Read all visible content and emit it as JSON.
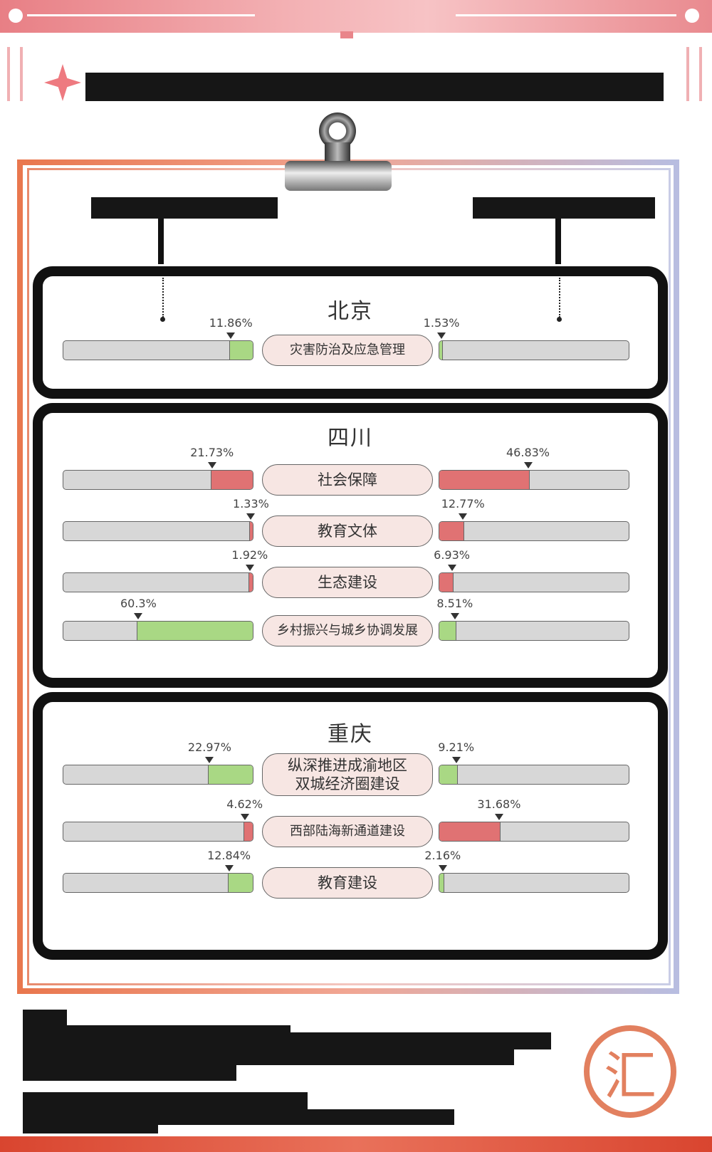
{
  "colors": {
    "green": "#a9d884",
    "red": "#e07273",
    "bar_bg": "#d7d7d7",
    "label_bg": "#f7e6e3",
    "accent": "#ee7a80"
  },
  "chart_data": [
    {
      "type": "bar",
      "title": "北京",
      "categories": [
        "灾害防治及应急管理"
      ],
      "series": [
        {
          "values": [
            11.86
          ],
          "colors": [
            "green"
          ]
        },
        {
          "values": [
            1.53
          ],
          "colors": [
            "green"
          ]
        }
      ],
      "value_labels": {
        "left": [
          "11.86%"
        ],
        "right": [
          "1.53%"
        ]
      }
    },
    {
      "type": "bar",
      "title": "四川",
      "categories": [
        "社会保障",
        "教育文体",
        "生态建设",
        "乡村振兴与城乡协调发展"
      ],
      "series": [
        {
          "values": [
            21.73,
            1.33,
            1.92,
            60.3
          ],
          "colors": [
            "red",
            "red",
            "red",
            "green"
          ]
        },
        {
          "values": [
            46.83,
            12.77,
            6.93,
            8.51
          ],
          "colors": [
            "red",
            "red",
            "red",
            "green"
          ]
        }
      ],
      "value_labels": {
        "left": [
          "21.73%",
          "1.33%",
          "1.92%",
          "60.3%"
        ],
        "right": [
          "46.83%",
          "12.77%",
          "6.93%",
          "8.51%"
        ]
      }
    },
    {
      "type": "bar",
      "title": "重庆",
      "categories": [
        "纵深推进成渝地区\n双城经济圈建设",
        "西部陆海新通道建设",
        "教育建设"
      ],
      "series": [
        {
          "values": [
            22.97,
            4.62,
            12.84
          ],
          "colors": [
            "green",
            "red",
            "green"
          ]
        },
        {
          "values": [
            9.21,
            31.68,
            2.16
          ],
          "colors": [
            "green",
            "red",
            "green"
          ]
        }
      ],
      "value_labels": {
        "left": [
          "22.97%",
          "4.62%",
          "12.84%"
        ],
        "right": [
          "9.21%",
          "31.68%",
          "2.16%"
        ]
      }
    }
  ],
  "seal": {
    "glyph": "汇"
  }
}
